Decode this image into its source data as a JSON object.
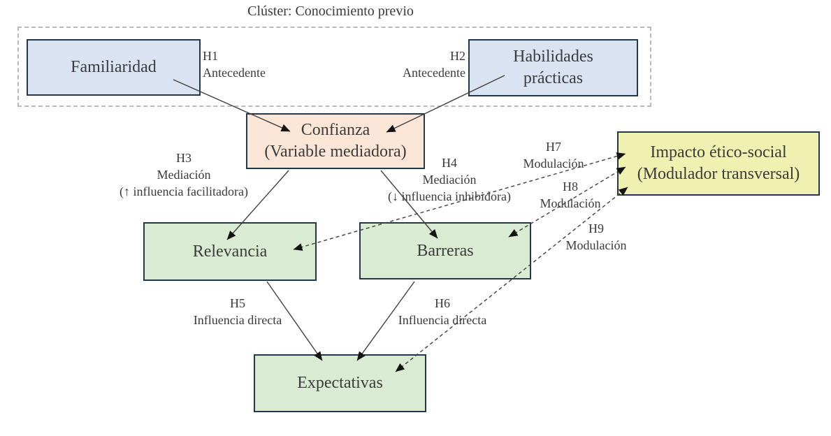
{
  "cluster": {
    "title": "Clúster: Conocimiento previo"
  },
  "nodes": {
    "familiaridad": {
      "label": "Familiaridad"
    },
    "habilidades": {
      "line1": "Habilidades",
      "line2": "prácticas"
    },
    "confianza": {
      "line1": "Confianza",
      "line2": "(Variable mediadora)"
    },
    "impacto": {
      "line1": "Impacto ético-social",
      "line2": "(Modulador transversal)"
    },
    "relevancia": {
      "label": "Relevancia"
    },
    "barreras": {
      "label": "Barreras"
    },
    "expectativas": {
      "label": "Expectativas"
    }
  },
  "edges": {
    "h1": {
      "code": "H1",
      "type_label": "Antecedente",
      "style": "solid",
      "from": "Familiaridad",
      "to": "Confianza"
    },
    "h2": {
      "code": "H2",
      "type_label": "Antecedente",
      "style": "solid",
      "from": "Habilidades prácticas",
      "to": "Confianza"
    },
    "h3": {
      "code": "H3",
      "type_label": "Mediación",
      "note": "(↑ influencia facilitadora)",
      "style": "solid",
      "from": "Confianza",
      "to": "Relevancia"
    },
    "h4": {
      "code": "H4",
      "type_label": "Mediación",
      "note": "(↓ influencia inhibidora)",
      "style": "solid",
      "from": "Confianza",
      "to": "Barreras"
    },
    "h5": {
      "code": "H5",
      "type_label": "Influencia directa",
      "style": "solid",
      "from": "Relevancia",
      "to": "Expectativas"
    },
    "h6": {
      "code": "H6",
      "type_label": "Influencia directa",
      "style": "solid",
      "from": "Barreras",
      "to": "Expectativas"
    },
    "h7": {
      "code": "H7",
      "type_label": "Modulación",
      "style": "dashed-double",
      "from": "Impacto ético-social",
      "to": "Relevancia"
    },
    "h8": {
      "code": "H8",
      "type_label": "Modulación",
      "style": "dashed-double",
      "from": "Impacto ético-social",
      "to": "Barreras"
    },
    "h9": {
      "code": "H9",
      "type_label": "Modulación",
      "style": "dashed-double",
      "from": "Impacto ético-social",
      "to": "Expectativas"
    }
  },
  "colors": {
    "node_blue": "#dae3f1",
    "node_peach": "#fbe5d6",
    "node_green": "#daebd3",
    "node_yellow": "#f0f0b0",
    "node_border": "#24384a",
    "cluster_border": "#b9b9b9",
    "line": "#3f3f3f",
    "text": "#3a3a3a"
  }
}
